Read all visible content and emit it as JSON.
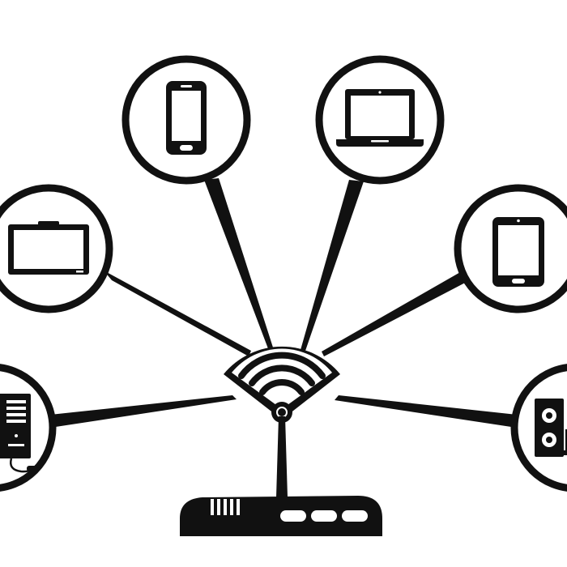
{
  "colors": {
    "ink": "#111111",
    "paper": "#ffffff"
  },
  "hub": {
    "name": "wifi-router",
    "icon": "router-icon",
    "signal_icon": "wifi-signal-icon"
  },
  "devices": [
    {
      "name": "desktop-computer",
      "icon": "desktop-tower-icon"
    },
    {
      "name": "monitor-tv",
      "icon": "monitor-icon"
    },
    {
      "name": "smartphone",
      "icon": "smartphone-icon"
    },
    {
      "name": "laptop",
      "icon": "laptop-icon"
    },
    {
      "name": "tablet",
      "icon": "tablet-icon"
    },
    {
      "name": "speakers",
      "icon": "speaker-icon"
    }
  ]
}
